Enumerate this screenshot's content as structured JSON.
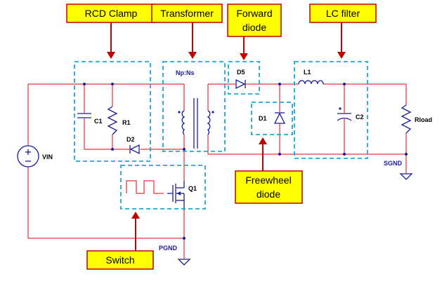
{
  "callouts": {
    "rcd_clamp": "RCD Clamp",
    "transformer": "Transformer",
    "forward_diode_line1": "Forward",
    "forward_diode_line2": "diode",
    "lc_filter": "LC filter",
    "freewheel_diode_line1": "Freewheel",
    "freewheel_diode_line2": "diode",
    "switch": "Switch"
  },
  "components": {
    "c1": "C1",
    "r1": "R1",
    "d2": "D2",
    "turns_ratio": "Np:Ns",
    "d5": "D5",
    "d1": "D1",
    "l1": "L1",
    "c2": "C2",
    "rload": "Rload",
    "vin": "VIN",
    "q1": "Q1",
    "sgnd": "SGND",
    "pgnd": "PGND"
  },
  "colors": {
    "callout_fill": "#ffff00",
    "callout_border": "#c00000",
    "wire": "#e8303a",
    "component": "#1a1aa0",
    "block_outline": "#1ea7d6"
  }
}
